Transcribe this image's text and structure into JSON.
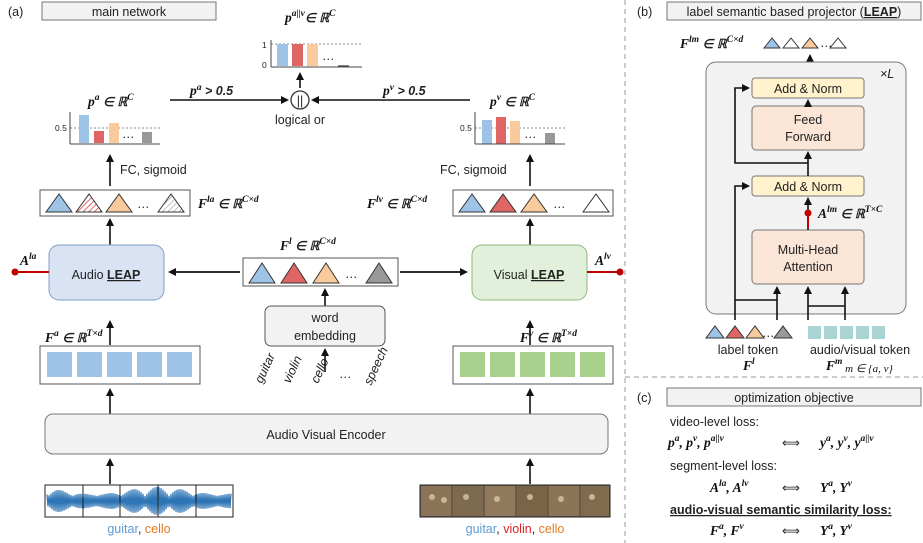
{
  "panels": {
    "a": {
      "tag": "(a)",
      "title": "main network"
    },
    "b": {
      "tag": "(b)",
      "title": "label semantic based projector (",
      "title_bold": "LEAP",
      "title_end": ")"
    },
    "c": {
      "tag": "(c)",
      "title": "optimization objective"
    }
  },
  "main": {
    "p_top": "p",
    "p_top_sup": "a||v",
    "in_rc": "∈ ℝ",
    "sup_c": "C",
    "sup_cd": "C×d",
    "sup_td": "T×d",
    "pa": "p",
    "pa_sup": "a",
    "pv": "p",
    "pv_sup": "v",
    "thresh_a": "> 0.5",
    "thresh_v": "> 0.5",
    "logical_or": "logical or",
    "or_symbol": "||",
    "fc_left": "FC, sigmoid",
    "fc_right": "FC, sigmoid",
    "F": "F",
    "Fla_sup": "la",
    "Flv_sup": "lv",
    "Fl_sup": "l",
    "Fa_sup": "a",
    "Fv_sup": "v",
    "A": "A",
    "Ala_sup": "la",
    "Alv_sup": "lv",
    "audio_leap": "Audio ",
    "visual_leap": "Visual ",
    "leap": "LEAP",
    "word_embedding_1": "word",
    "word_embedding_2": "embedding",
    "labels": [
      {
        "text": "guitar",
        "color": "#5b9bd5"
      },
      {
        "text": "violin",
        "color": "#e02020"
      },
      {
        "text": "cello",
        "color": "#e07a20"
      },
      {
        "text": "…",
        "color": "#222222"
      },
      {
        "text": "speech",
        "color": "#555555"
      }
    ],
    "encoder": "Audio Visual Encoder",
    "audio_caption_1": "guitar",
    "audio_caption_sep": ", ",
    "audio_caption_2": "cello",
    "video_caption_1": "guitar",
    "video_caption_2": "violin",
    "video_caption_3": "cello",
    "ellipsis": "…",
    "tick_1": "1",
    "tick_0": "0",
    "tick_05": "0.5"
  },
  "leap_block": {
    "output": "F",
    "output_sup": "lm",
    "output_dim": "∈ ℝ",
    "output_dim_sup": "C×d",
    "repeat": "×L",
    "add_norm_top": "Add & Norm",
    "feed_forward_1": "Feed",
    "feed_forward_2": "Forward",
    "add_norm_bottom": "Add & Norm",
    "alm": "A",
    "alm_sup": "lm",
    "alm_dim": "∈ ℝ",
    "alm_dim_sup": "T×C",
    "mha_1": "Multi-Head",
    "mha_2": "Attention",
    "label_token": "label token",
    "label_token_sym": "F",
    "label_token_sup": "l",
    "av_token": "audio/visual token",
    "av_token_sym": "F",
    "av_token_sup": "m",
    "av_token_sub": "m ∈ {a, v}"
  },
  "objective": {
    "video_loss": "video-level loss:",
    "video_left": "p",
    "video_right": "y",
    "segment_loss": "segment-level loss:",
    "seg_left": "A",
    "seg_right": "Y",
    "semantic_loss": "audio-visual semantic similarity loss:",
    "sem_left": "F",
    "sem_right": "Y",
    "arrow": "⟺"
  },
  "colors": {
    "blue": "#9dc3e6",
    "red": "#e06666",
    "orange": "#f9cb9c",
    "gray": "#999999",
    "audio_block": "#dae3f3",
    "visual_block": "#e2efda",
    "feature_blue": "#9dc3e6",
    "feature_green": "#a9d18e",
    "peach": "#fbe5d6",
    "yellow": "#fff2cc",
    "leap_line": "#c00000"
  }
}
